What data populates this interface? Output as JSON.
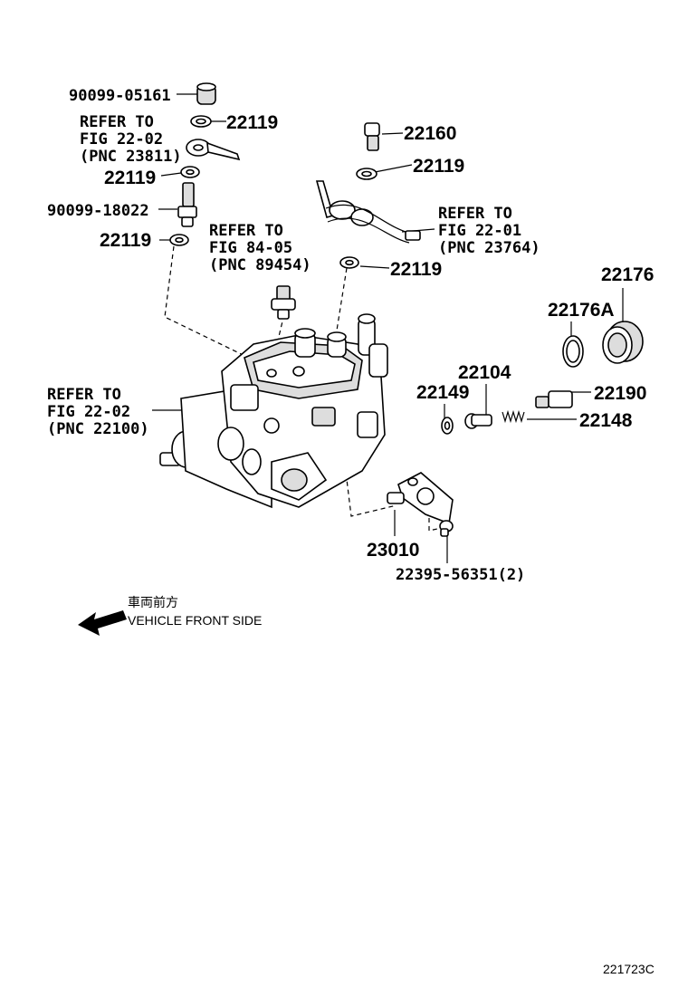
{
  "labels": {
    "p90099_05161": "90099-05161",
    "p22119_a": "22119",
    "refer_a_1": "REFER TO",
    "refer_a_2": "FIG 22-02",
    "refer_a_3": "(PNC 23811)",
    "p22119_b": "22119",
    "p90099_18022": "90099-18022",
    "p22119_c": "22119",
    "refer_b_1": "REFER TO",
    "refer_b_2": "FIG 84-05",
    "refer_b_3": "(PNC 89454)",
    "p22160": "22160",
    "p22119_d": "22119",
    "refer_c_1": "REFER TO",
    "refer_c_2": "FIG 22-01",
    "refer_c_3": "(PNC 23764)",
    "p22119_e": "22119",
    "p22176": "22176",
    "p22176A": "22176A",
    "refer_d_1": "REFER TO",
    "refer_d_2": "FIG 22-02",
    "refer_d_3": "(PNC 22100)",
    "p22104": "22104",
    "p22149": "22149",
    "p22190": "22190",
    "p22148": "22148",
    "p23010": "23010",
    "p22395": "22395-56351(2)"
  },
  "direction": {
    "jp": "車両前方",
    "en": "VEHICLE FRONT SIDE"
  },
  "figure_id": "221723C"
}
